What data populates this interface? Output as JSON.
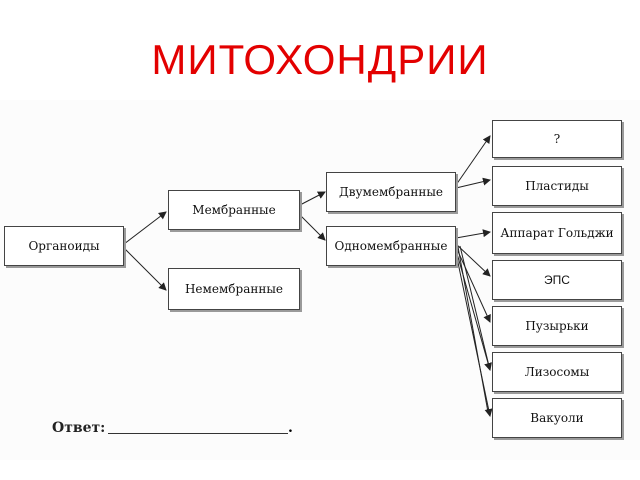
{
  "title": "МИТОХОНДРИИ",
  "diagram": {
    "root": "Органоиды",
    "level1": [
      "Мембранные",
      "Немембранные"
    ],
    "level2": [
      "Двумембранные",
      "Одномембранные"
    ],
    "two_membrane": [
      "?",
      "Пластиды"
    ],
    "one_membrane": [
      "Аппарат Гольджи",
      "ЭПС",
      "Пузырьки",
      "Лизосомы",
      "Вакуоли"
    ]
  },
  "answer_label": "Ответ:",
  "answer_end": "."
}
